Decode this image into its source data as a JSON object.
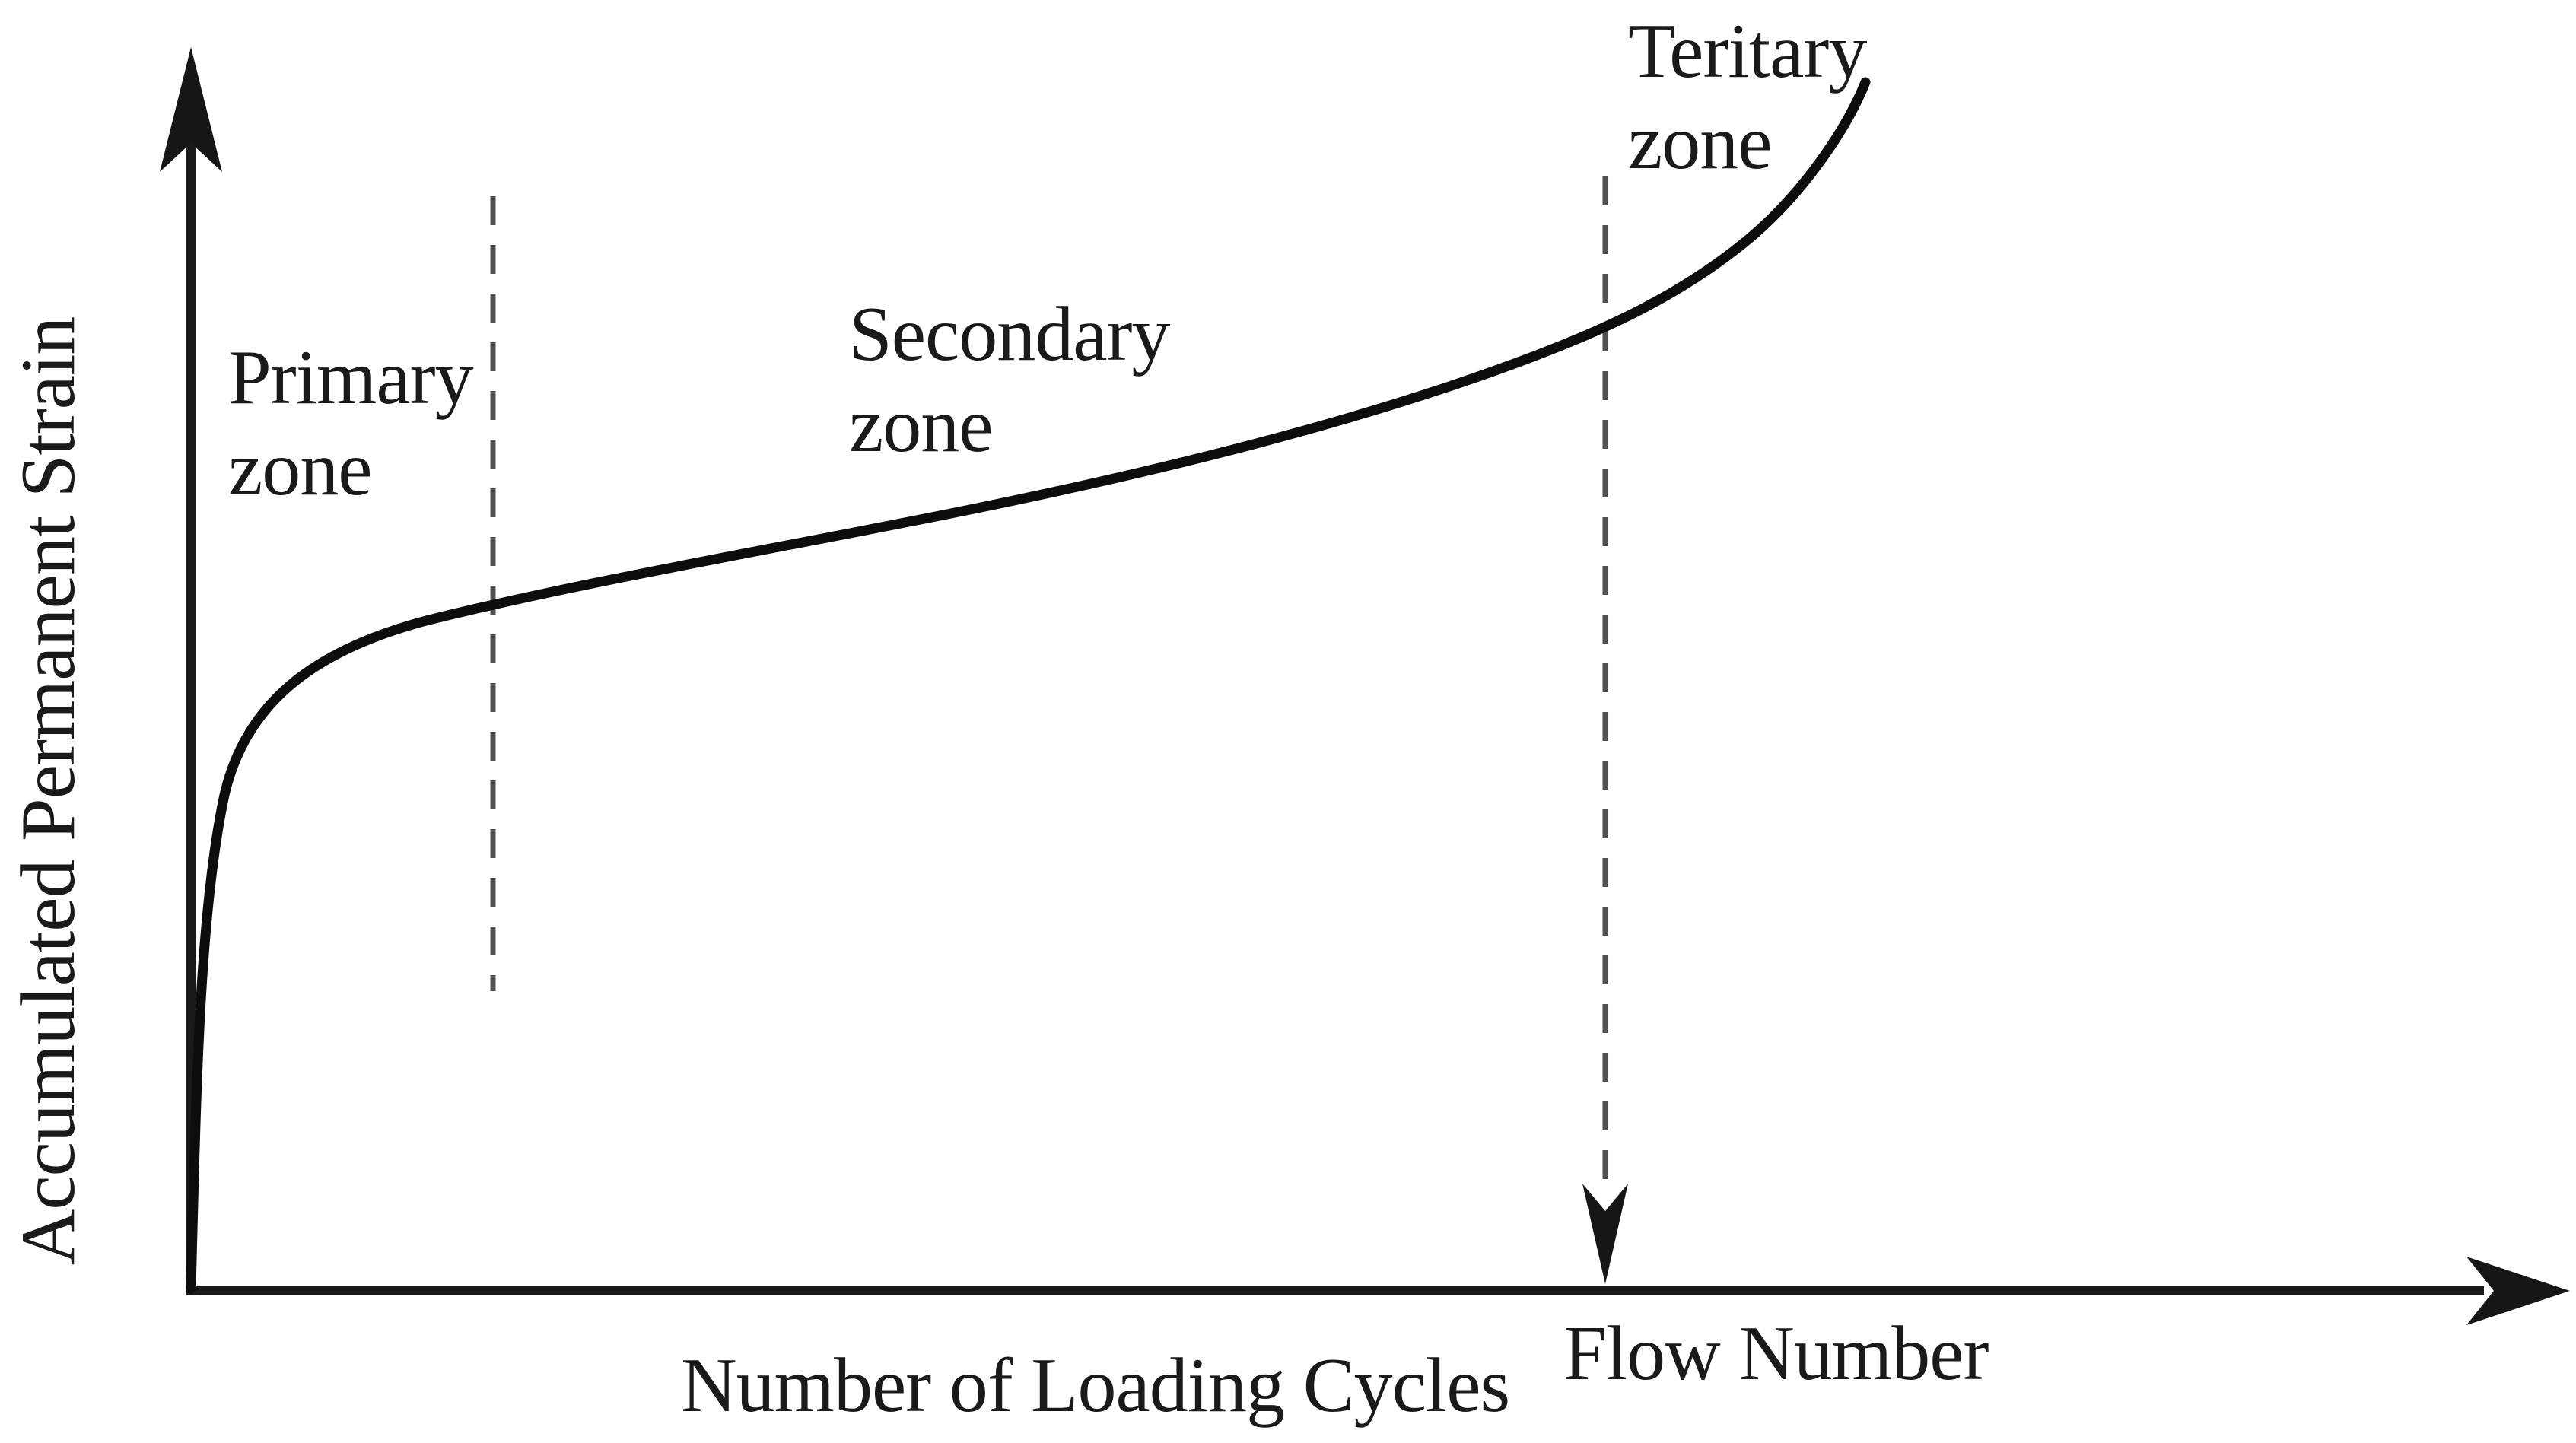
{
  "figure": {
    "background": "#ffffff",
    "ink": "#1a1a1a",
    "curve_color": "#0d0d0d",
    "dash_color": "#515151",
    "arrow_color": "#161616"
  },
  "labels": {
    "y_axis": "Accumulated Permanent Strain",
    "x_axis": "Number of Loading Cycles",
    "flow_number": "Flow Number",
    "zones": {
      "primary": {
        "line1": "Primary",
        "line2": "zone"
      },
      "secondary": {
        "line1": "Secondary",
        "line2": "zone"
      },
      "tertiary": {
        "line1": "Teritary",
        "line2": "zone"
      }
    }
  },
  "chart_data": {
    "type": "line",
    "title": "",
    "xlabel": "Number of Loading Cycles",
    "ylabel": "Accumulated Permanent Strain",
    "x_axis_numeric": false,
    "y_axis_numeric": false,
    "xlim": [
      0,
      1
    ],
    "ylim": [
      0,
      1
    ],
    "grid": false,
    "legend": false,
    "series": [
      {
        "name": "Accumulated permanent strain vs loading cycles (S-shaped creep curve)",
        "line_style": "solid black, thick",
        "points_fraction_of_axes": [
          [
            0.0,
            0.0
          ],
          [
            0.004,
            0.182
          ],
          [
            0.006,
            0.274
          ],
          [
            0.009,
            0.335
          ],
          [
            0.014,
            0.4
          ],
          [
            0.032,
            0.495
          ],
          [
            0.064,
            0.522
          ],
          [
            0.099,
            0.54
          ],
          [
            0.127,
            0.55
          ],
          [
            0.207,
            0.583
          ],
          [
            0.318,
            0.626
          ],
          [
            0.431,
            0.672
          ],
          [
            0.527,
            0.727
          ],
          [
            0.594,
            0.773
          ],
          [
            0.655,
            0.848
          ],
          [
            0.687,
            0.917
          ],
          [
            0.703,
            0.974
          ]
        ]
      }
    ],
    "zone_boundaries": [
      {
        "between": [
          "Primary zone",
          "Secondary zone"
        ],
        "x_fraction": 0.127,
        "style": "gray dashed vertical line, no arrowhead"
      },
      {
        "between": [
          "Secondary zone",
          "Teritary zone"
        ],
        "x_fraction": 0.594,
        "style": "gray dashed vertical line with solid down-arrowhead onto x-axis",
        "marks": "Flow Number"
      }
    ],
    "annotations": [
      {
        "text": "Primary zone",
        "region": "upper left, left of first dashed boundary"
      },
      {
        "text": "Secondary zone",
        "region": "upper middle, above curve"
      },
      {
        "text": "Teritary zone",
        "region": "top right, left of curve end"
      },
      {
        "text": "Flow Number",
        "region": "below x-axis at second dashed boundary"
      }
    ]
  }
}
